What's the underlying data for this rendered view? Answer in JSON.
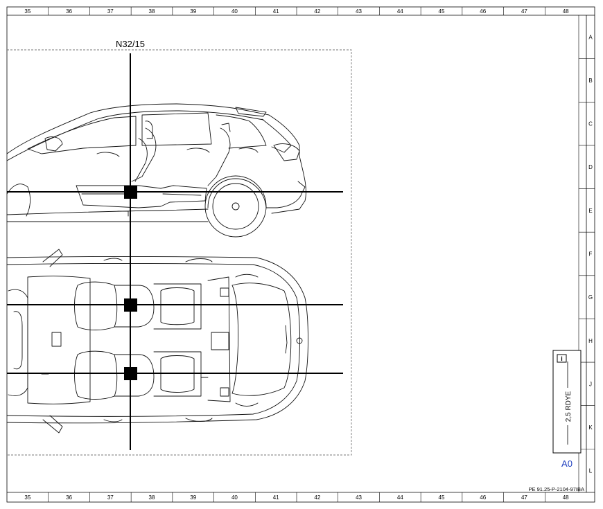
{
  "grid": {
    "columns": [
      "35",
      "36",
      "37",
      "38",
      "39",
      "40",
      "41",
      "42",
      "43",
      "44",
      "45",
      "46",
      "47",
      "48"
    ],
    "rows": [
      "A",
      "B",
      "C",
      "D",
      "E",
      "F",
      "G",
      "H",
      "J",
      "K",
      "L"
    ]
  },
  "component": {
    "label": "N32/15"
  },
  "wire": {
    "label": "2,5 RDYE",
    "info_icon": "info-icon"
  },
  "connector": {
    "label": "A0"
  },
  "document": {
    "reference": "PE 91.25-P-2104-97IBA"
  },
  "colors": {
    "connector_label": "#1f3fbf",
    "line": "#000000"
  }
}
